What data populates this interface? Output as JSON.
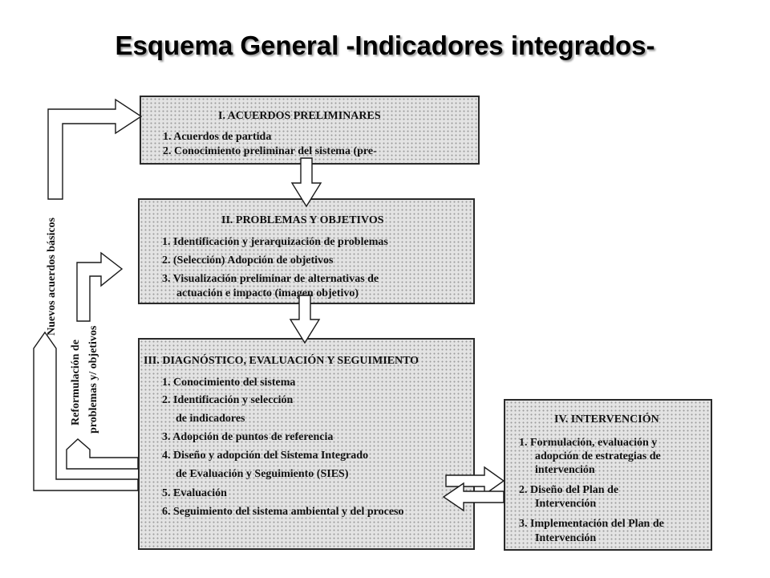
{
  "title": "Esquema General  -Indicadores integrados-",
  "box1": {
    "heading": "I. ACUERDOS PRELIMINARES",
    "items": [
      "1. Acuerdos de partida",
      "2. Conocimiento preliminar del sistema (pre-"
    ]
  },
  "box2": {
    "heading": "II. PROBLEMAS Y OBJETIVOS",
    "items": [
      "1. Identificación y jerarquización de problemas",
      "2. (Selección) Adopción de objetivos",
      "3. Visualización preliminar de alternativas de",
      "actuación e impacto (imagen objetivo)"
    ]
  },
  "box3": {
    "heading": "III. DIAGNÓSTICO, EVALUACIÓN Y SEGUIMIENTO",
    "items": [
      "1. Conocimiento del sistema",
      "2. Identificación y selección",
      "de indicadores",
      "3. Adopción de puntos de referencia",
      "4. Diseño y adopción del Sistema Integrado",
      "de Evaluación y Seguimiento (SIES)",
      "5. Evaluación",
      "6. Seguimiento del sistema ambiental y del proceso"
    ]
  },
  "box4": {
    "heading": "IV. INTERVENCIÓN",
    "items": [
      "1. Formulación, evaluación y",
      "adopción de estrategias de",
      "intervención",
      "2. Diseño del Plan de",
      "Intervención",
      "3. Implementación del Plan de",
      "Intervención"
    ]
  },
  "side_labels": {
    "nuevos": "Nuevos acuerdos básicos",
    "reformulacion_1": "Reformulación de",
    "reformulacion_2": "problemas y/ objetivos"
  }
}
